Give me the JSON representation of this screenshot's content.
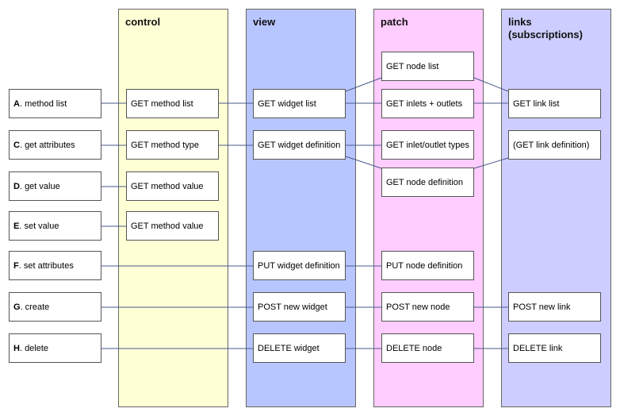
{
  "columns": {
    "control": "control",
    "view": "view",
    "patch": "patch",
    "links_line1": "links",
    "links_line2": "(subscriptions)"
  },
  "colors": {
    "control": "#ffffd6",
    "view": "#b8c6ff",
    "patch": "#ffcdff",
    "links": "#cdcdff",
    "line": "#4a5a8a"
  },
  "actions": [
    {
      "letter": "A",
      "text": ". method list"
    },
    {
      "letter": "C",
      "text": ". get attributes"
    },
    {
      "letter": "D",
      "text": ". get value"
    },
    {
      "letter": "E",
      "text": ". set value"
    },
    {
      "letter": "F",
      "text": ". set attributes"
    },
    {
      "letter": "G",
      "text": ". create"
    },
    {
      "letter": "H",
      "text": ". delete"
    }
  ],
  "control": {
    "method_list": "GET method list",
    "method_type": "GET method type",
    "method_value_1": "GET method value",
    "method_value_2": "GET method value"
  },
  "view": {
    "widget_list": "GET widget list",
    "widget_definition": "GET widget definition",
    "put_widget_definition": "PUT widget definition",
    "post_new_widget": "POST new widget",
    "delete_widget": "DELETE widget"
  },
  "patch": {
    "node_list": "GET node list",
    "inlets_outlets": "GET inlets + outlets",
    "inlet_outlet_types": "GET inlet/outlet types",
    "node_definition": "GET node definition",
    "put_node_definition": "PUT node definition",
    "post_new_node": "POST new node",
    "delete_node": "DELETE node"
  },
  "links": {
    "link_list": "GET link list",
    "link_definition": "(GET link definition)",
    "post_new_link": "POST new link",
    "delete_link": "DELETE link"
  }
}
